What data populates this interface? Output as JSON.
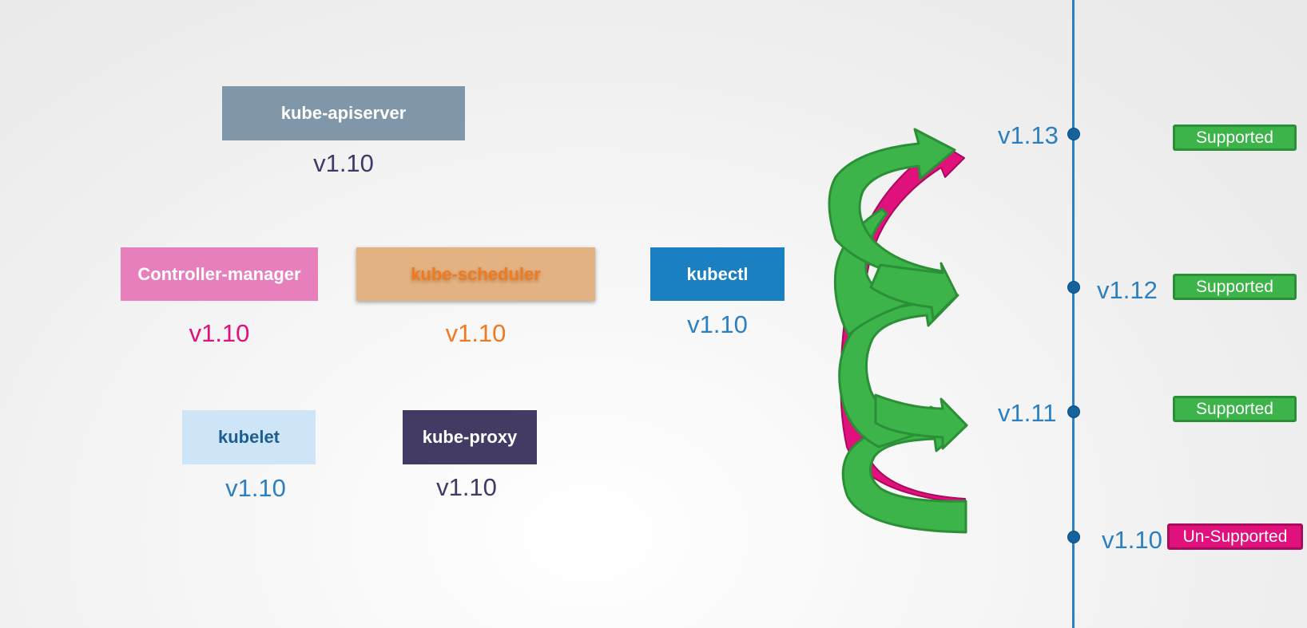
{
  "components": {
    "kube_apiserver": {
      "label": "kube-apiserver",
      "version": "v1.10"
    },
    "controller_manager": {
      "label": "Controller-manager",
      "version": "v1.10"
    },
    "kube_scheduler": {
      "label": "kube-scheduler",
      "version": "v1.10"
    },
    "kubectl": {
      "label": "kubectl",
      "version": "v1.10"
    },
    "kubelet": {
      "label": "kubelet",
      "version": "v1.10"
    },
    "kube_proxy": {
      "label": "kube-proxy",
      "version": "v1.10"
    }
  },
  "timeline": [
    {
      "version": "v1.13",
      "status": "Supported"
    },
    {
      "version": "v1.12",
      "status": "Supported"
    },
    {
      "version": "v1.11",
      "status": "Supported"
    },
    {
      "version": "v1.10",
      "status": "Un-Supported"
    }
  ],
  "colors": {
    "apiserver": "#7f97a8",
    "controller_manager": "#e77fbd",
    "scheduler": "#e3b282",
    "kubectl": "#1a80c2",
    "kubelet": "#cde5f6",
    "kube_proxy": "#433b63",
    "timeline": "#2b7fc3",
    "supported": "#3cb44a",
    "unsupported": "#e0107c",
    "arrow_green": "#3cb44a",
    "arrow_magenta": "#e0107c"
  }
}
